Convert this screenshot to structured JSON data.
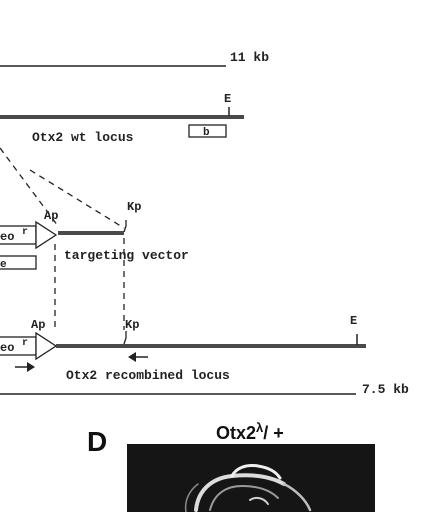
{
  "top_scale": {
    "label": "11 kb"
  },
  "wt_locus": {
    "label": "Otx2 wt locus",
    "site_e": "E",
    "probe_label": "b"
  },
  "targeting_vector": {
    "label": "targeting vector",
    "site_ap": "Ap",
    "site_kp": "Kp",
    "neo_label": "eo",
    "neo_superscript": "r",
    "small_box_label": "e"
  },
  "recombined_locus": {
    "label": "Otx2 recombined locus",
    "site_ap": "Ap",
    "site_kp": "Kp",
    "site_e": "E",
    "neo_label": "eo",
    "neo_superscript": "r"
  },
  "bottom_scale": {
    "label": "7.5 kb"
  },
  "panel_d": {
    "letter": "D",
    "title_main": "Otx2",
    "title_superscript": "λ",
    "title_suffix": "/ +"
  },
  "colors": {
    "locus_line": "#4a4a4a",
    "ink": "#222222",
    "photo_bg": "#151515",
    "tissue": "#e8e8e8"
  }
}
